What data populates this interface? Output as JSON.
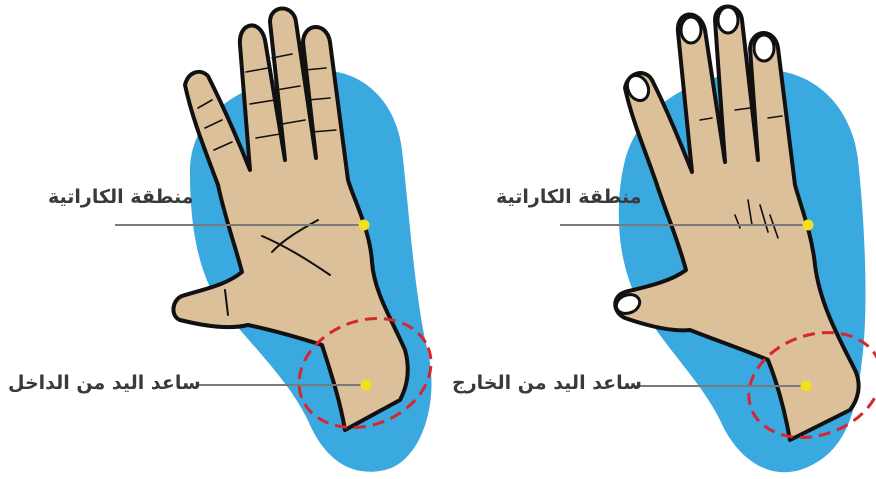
{
  "left_figure": {
    "view": "palm",
    "labels": {
      "karate_zone": "منطقة الكاراتية",
      "forearm": "ساعد اليد من الداخل"
    }
  },
  "right_figure": {
    "view": "back",
    "labels": {
      "karate_zone": "منطقة الكاراتية",
      "forearm": "ساعد اليد من الخارج"
    }
  },
  "colors": {
    "background_shape": "#3aa9df",
    "skin": "#dcc09a",
    "outline": "#111111",
    "marker_dot": "#f2df1f",
    "dashed_ring": "#d7262e",
    "leader_line": "#7a7a7a",
    "label_text": "#3a3a3a"
  }
}
